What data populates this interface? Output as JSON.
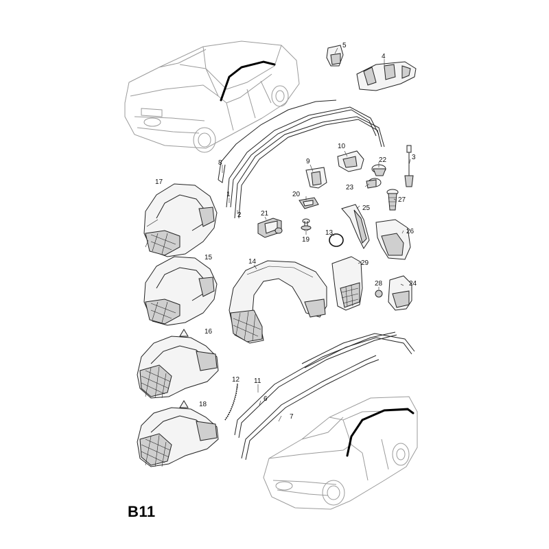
{
  "page_id": "B11",
  "callouts": [
    {
      "id": "c1",
      "text": "1"
    },
    {
      "id": "c2",
      "text": "2"
    },
    {
      "id": "c3",
      "text": "3"
    },
    {
      "id": "c4",
      "text": "4"
    },
    {
      "id": "c5",
      "text": "5"
    },
    {
      "id": "c6",
      "text": "6"
    },
    {
      "id": "c7",
      "text": "7"
    },
    {
      "id": "c8",
      "text": "8"
    },
    {
      "id": "c9",
      "text": "9"
    },
    {
      "id": "c10",
      "text": "10"
    },
    {
      "id": "c11",
      "text": "11"
    },
    {
      "id": "c12",
      "text": "12"
    },
    {
      "id": "c13",
      "text": "13"
    },
    {
      "id": "c14",
      "text": "14"
    },
    {
      "id": "c15",
      "text": "15"
    },
    {
      "id": "c16",
      "text": "16"
    },
    {
      "id": "c17",
      "text": "17"
    },
    {
      "id": "c18",
      "text": "18"
    },
    {
      "id": "c19",
      "text": "19"
    },
    {
      "id": "c20",
      "text": "20"
    },
    {
      "id": "c21",
      "text": "21"
    },
    {
      "id": "c22",
      "text": "22"
    },
    {
      "id": "c23",
      "text": "23"
    },
    {
      "id": "c24",
      "text": "24"
    },
    {
      "id": "c25",
      "text": "25"
    },
    {
      "id": "c26",
      "text": "26"
    },
    {
      "id": "c27",
      "text": "27"
    },
    {
      "id": "c28",
      "text": "28"
    },
    {
      "id": "c29",
      "text": "29"
    }
  ]
}
